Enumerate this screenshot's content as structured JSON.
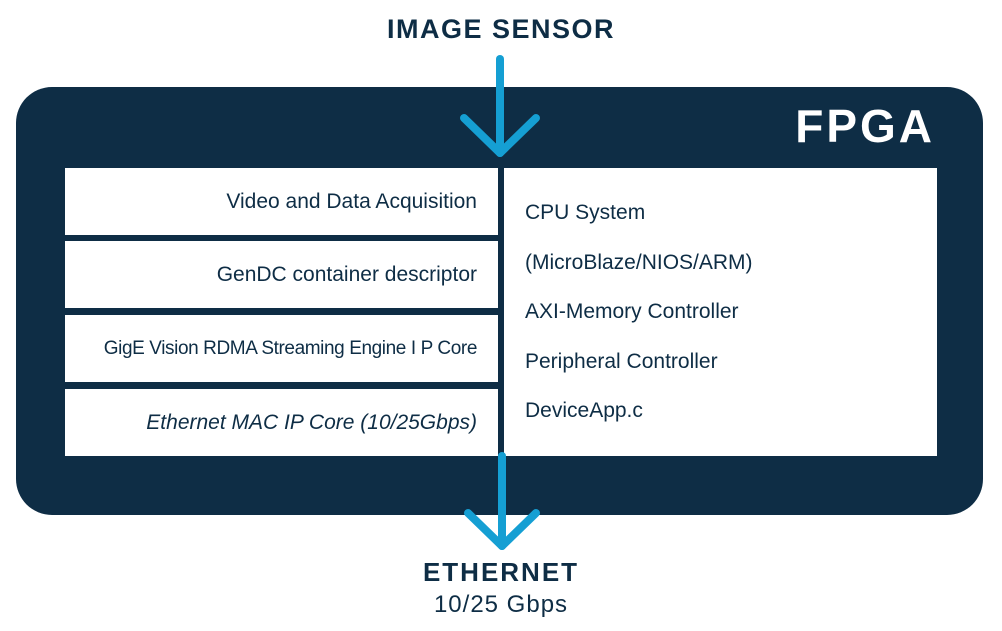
{
  "input": {
    "label": "IMAGE SENSOR"
  },
  "fpga": {
    "label": "FPGA",
    "left_blocks": [
      {
        "label": "Video and Data Acquisition",
        "style": "normal"
      },
      {
        "label": "GenDC container descriptor",
        "style": "normal"
      },
      {
        "label": "GigE Vision RDMA Streaming Engine I P Core",
        "style": "condensed"
      },
      {
        "label": "Ethernet MAC IP Core (10/25Gbps)",
        "style": "italic"
      }
    ],
    "right_block": {
      "lines": [
        "CPU System",
        "(MicroBlaze/NIOS/ARM)",
        "AXI-Memory Controller",
        "Peripheral Controller",
        "DeviceApp.c"
      ]
    }
  },
  "output": {
    "label": "ETHERNET",
    "sublabel": "10/25 Gbps"
  },
  "colors": {
    "fpga_fill": "#0e2d45",
    "arrow": "#159fd3",
    "text": "#0e2d45",
    "panel": "#ffffff"
  },
  "icons": {
    "input_arrow": "arrow-down-icon",
    "output_arrow": "arrow-down-icon"
  }
}
